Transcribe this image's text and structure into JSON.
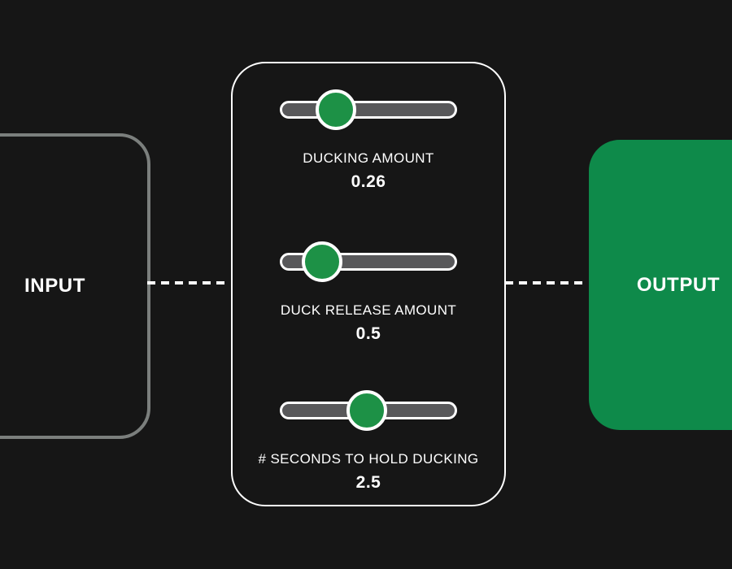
{
  "input_node": {
    "label": "INPUT"
  },
  "output_node": {
    "label": "OUTPUT"
  },
  "panel": {
    "sliders": [
      {
        "label": "DUCKING AMOUNT",
        "value": "0.26",
        "thumb_percent": 31
      },
      {
        "label": "DUCK RELEASE AMOUNT",
        "value": "0.5",
        "thumb_percent": 23
      },
      {
        "label": "# SECONDS TO HOLD DUCKING",
        "value": "2.5",
        "thumb_percent": 49
      }
    ]
  },
  "colors": {
    "background": "#161616",
    "text": "#ffffff",
    "input_border_gray": "#7b7f7d",
    "output_green": "#0e8a4a",
    "thumb_green": "#1d9146",
    "track_gray": "#58585a"
  }
}
